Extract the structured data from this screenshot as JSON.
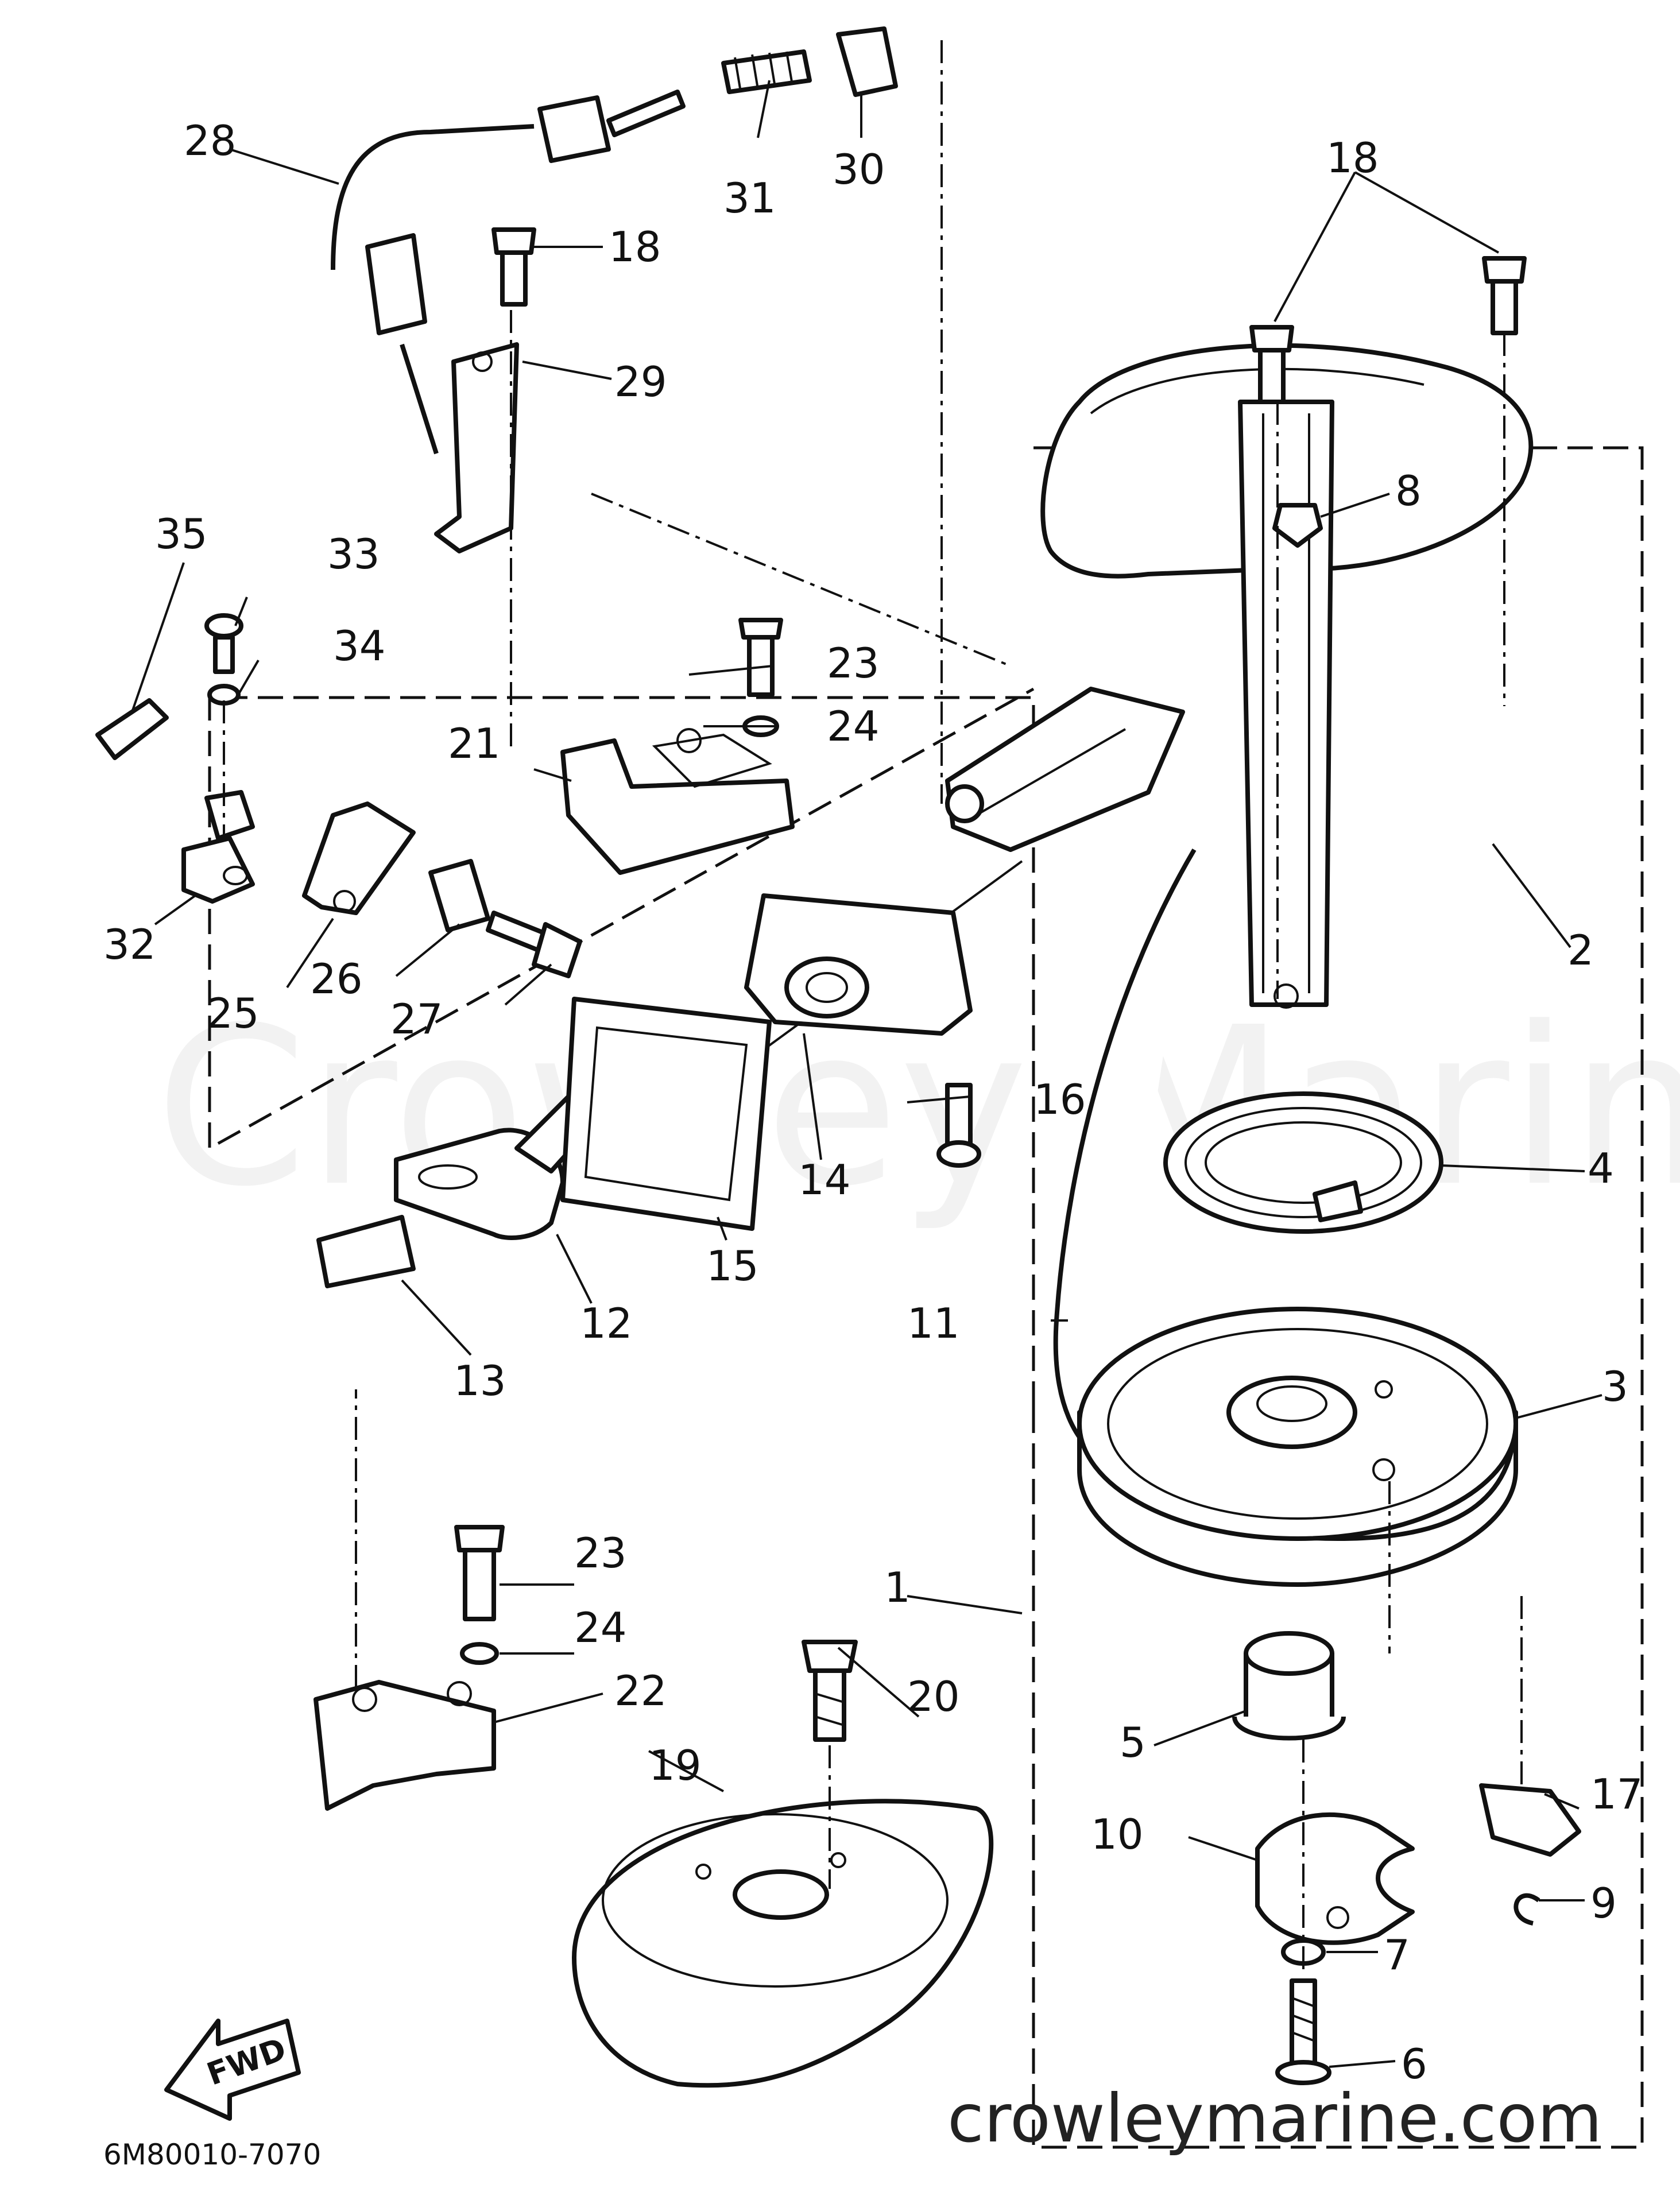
{
  "diagram": {
    "watermark": "Crowley Marine",
    "site_url": "crowleymarine.com",
    "drawing_code": "6M80010-7070",
    "direction_label": "FWD",
    "callouts": [
      {
        "id": "1",
        "label": "1"
      },
      {
        "id": "2",
        "label": "2"
      },
      {
        "id": "3",
        "label": "3"
      },
      {
        "id": "4",
        "label": "4"
      },
      {
        "id": "5",
        "label": "5"
      },
      {
        "id": "6",
        "label": "6"
      },
      {
        "id": "7",
        "label": "7"
      },
      {
        "id": "8",
        "label": "8"
      },
      {
        "id": "9",
        "label": "9"
      },
      {
        "id": "10",
        "label": "10"
      },
      {
        "id": "11",
        "label": "11"
      },
      {
        "id": "12",
        "label": "12"
      },
      {
        "id": "13",
        "label": "13"
      },
      {
        "id": "14",
        "label": "14"
      },
      {
        "id": "15",
        "label": "15"
      },
      {
        "id": "16",
        "label": "16"
      },
      {
        "id": "17",
        "label": "17"
      },
      {
        "id": "18a",
        "label": "18"
      },
      {
        "id": "18b",
        "label": "18"
      },
      {
        "id": "19",
        "label": "19"
      },
      {
        "id": "20",
        "label": "20"
      },
      {
        "id": "21",
        "label": "21"
      },
      {
        "id": "22",
        "label": "22"
      },
      {
        "id": "23a",
        "label": "23"
      },
      {
        "id": "23b",
        "label": "23"
      },
      {
        "id": "24a",
        "label": "24"
      },
      {
        "id": "24b",
        "label": "24"
      },
      {
        "id": "25",
        "label": "25"
      },
      {
        "id": "26",
        "label": "26"
      },
      {
        "id": "27",
        "label": "27"
      },
      {
        "id": "28",
        "label": "28"
      },
      {
        "id": "29",
        "label": "29"
      },
      {
        "id": "30",
        "label": "30"
      },
      {
        "id": "31",
        "label": "31"
      },
      {
        "id": "32",
        "label": "32"
      },
      {
        "id": "33",
        "label": "33"
      },
      {
        "id": "34",
        "label": "34"
      },
      {
        "id": "35",
        "label": "35"
      }
    ]
  }
}
